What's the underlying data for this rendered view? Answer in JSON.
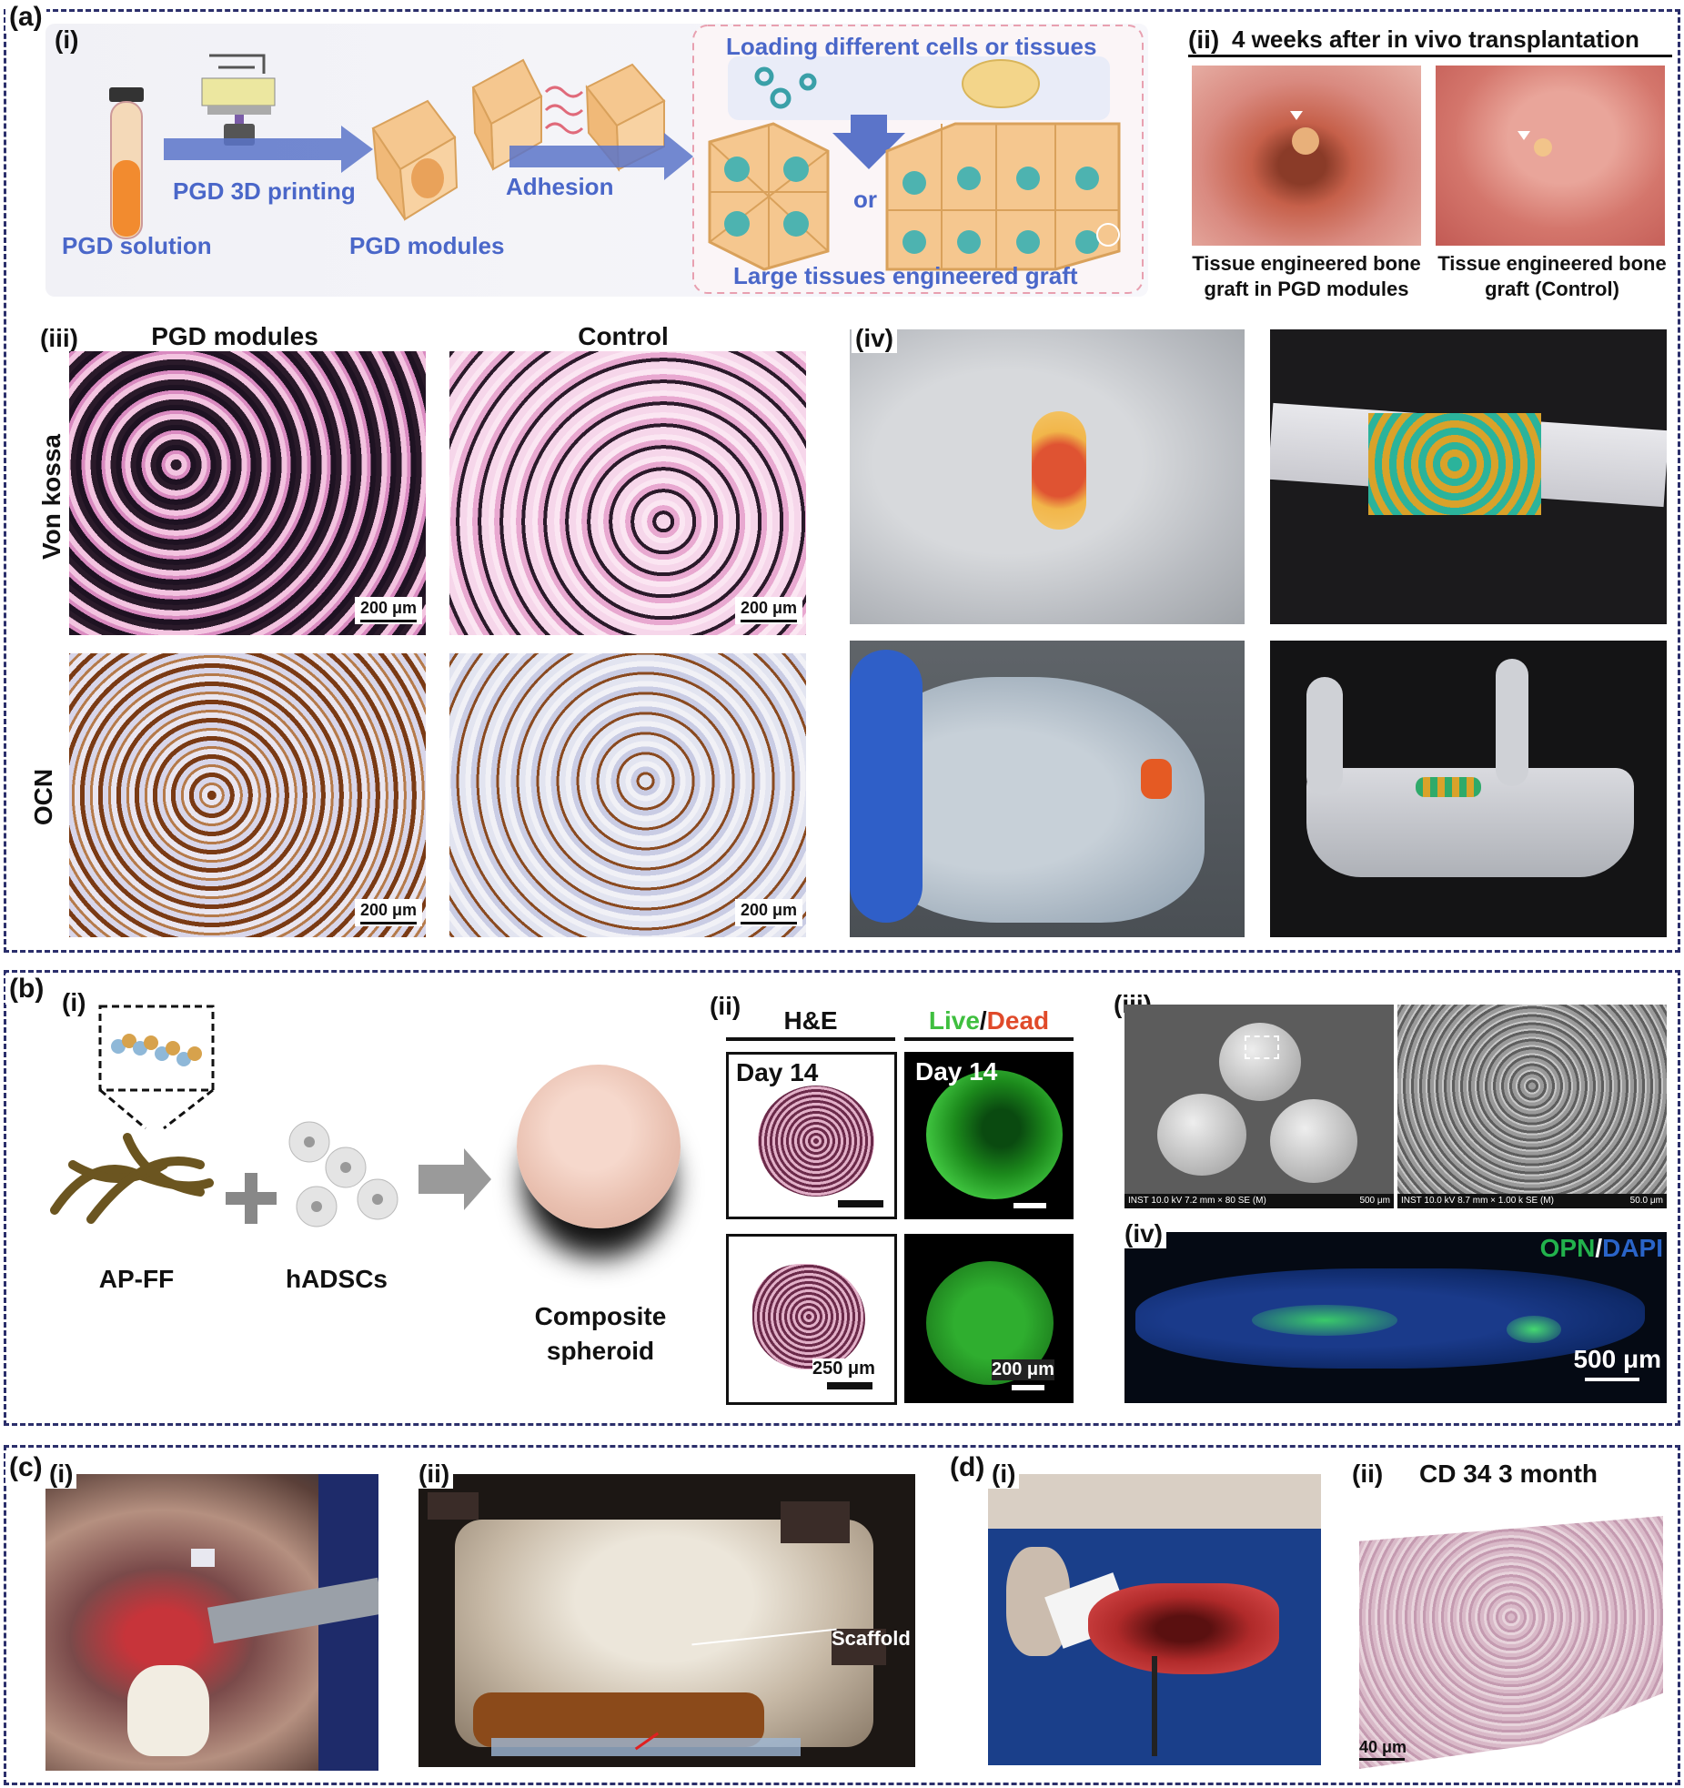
{
  "panel_a": {
    "label": "(a)",
    "i": {
      "label": "(i)",
      "pgd_solution": "PGD solution",
      "pgd_printing": "PGD 3D printing",
      "pgd_modules": "PGD modules",
      "adhesion": "Adhesion",
      "loading": "Loading different cells or tissues",
      "or": "or",
      "large_graft": "Large tissues engineered graft"
    },
    "ii": {
      "label": "(ii)",
      "title": "4 weeks after in vivo transplantation",
      "left_caption_1": "Tissue engineered bone",
      "left_caption_2": "graft in PGD modules",
      "right_caption_1": "Tissue engineered bone",
      "right_caption_2": "graft (Control)"
    },
    "iii": {
      "label": "(iii)",
      "col_pgd": "PGD modules",
      "col_control": "Control",
      "row_vonkossa": "Von kossa",
      "row_ocn": "OCN",
      "scale": "200 μm"
    },
    "iv": {
      "label": "(iv)"
    }
  },
  "panel_b": {
    "label": "(b)",
    "i": {
      "label": "(i)",
      "apff": "AP-FF",
      "hadscs": "hADSCs",
      "composite_1": "Composite",
      "composite_2": "spheroid"
    },
    "ii": {
      "label": "(ii)",
      "he": "H&E",
      "live": "Live",
      "slash": "/",
      "dead": "Dead",
      "day14": "Day 14",
      "scale_he": "250 μm",
      "scale_ld": "200 μm"
    },
    "iii": {
      "label": "(iii)",
      "sem_left": "INST 10.0 kV 7.2 mm × 80 SE (M)",
      "sem_left_scale": "500 μm",
      "sem_right": "INST 10.0 kV 8.7 mm × 1.00 k SE (M)",
      "sem_right_scale": "50.0 μm"
    },
    "iv": {
      "label": "(iv)",
      "opn": "OPN",
      "slash": "/",
      "dapi": "DAPI",
      "scale": "500 μm"
    }
  },
  "panel_c": {
    "label": "(c)",
    "i": {
      "label": "(i)"
    },
    "ii": {
      "label": "(ii)",
      "scaffold": "Scaffold"
    }
  },
  "panel_d": {
    "label": "(d)",
    "i": {
      "label": "(i)"
    },
    "ii": {
      "label": "(ii)",
      "title": "CD 34  3 month",
      "scale": "40 μm"
    }
  },
  "colors": {
    "frame": "#2b2f6b",
    "diagram_text": "#4a67c9",
    "live": "#3fbf3f",
    "dead": "#e04a2a",
    "opn": "#22b24c",
    "dapi": "#2a64c8"
  }
}
